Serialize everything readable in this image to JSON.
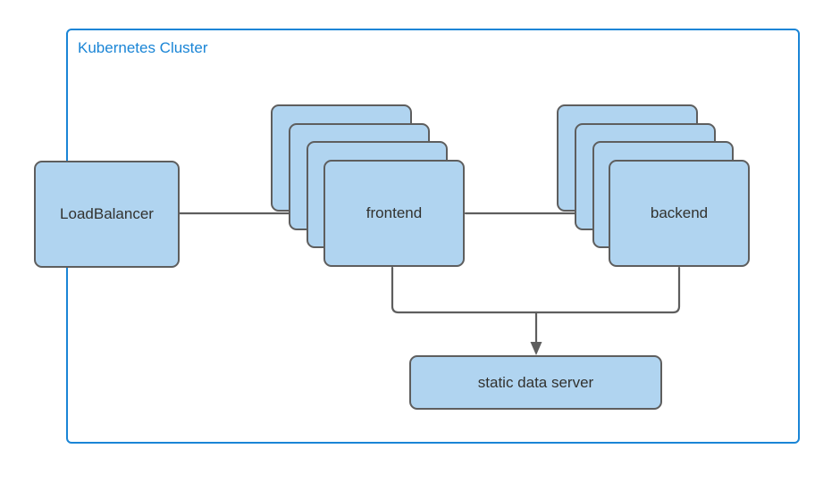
{
  "diagram": {
    "title": "Kubernetes Cluster",
    "background_color": "#ffffff",
    "node_fill": "#b0d4f0",
    "node_stroke": "#5e5e5e",
    "cluster_stroke": "#1a85d6",
    "text_color": "#32322f"
  },
  "cluster": {
    "label": "Kubernetes Cluster"
  },
  "nodes": {
    "load_balancer": {
      "label": "LoadBalancer",
      "replicas": 1
    },
    "frontend": {
      "label": "frontend",
      "replicas": 4
    },
    "backend": {
      "label": "backend",
      "replicas": 4
    },
    "static_data_server": {
      "label": "static data server",
      "replicas": 1
    }
  },
  "edges": [
    {
      "from": "LoadBalancer",
      "to": "frontend",
      "arrow": "single"
    },
    {
      "from": "frontend",
      "to": "backend",
      "arrow": "single"
    },
    {
      "from": "frontend",
      "to": "static data server",
      "arrow": "single"
    },
    {
      "from": "backend",
      "to": "static data server",
      "arrow": "single"
    }
  ]
}
